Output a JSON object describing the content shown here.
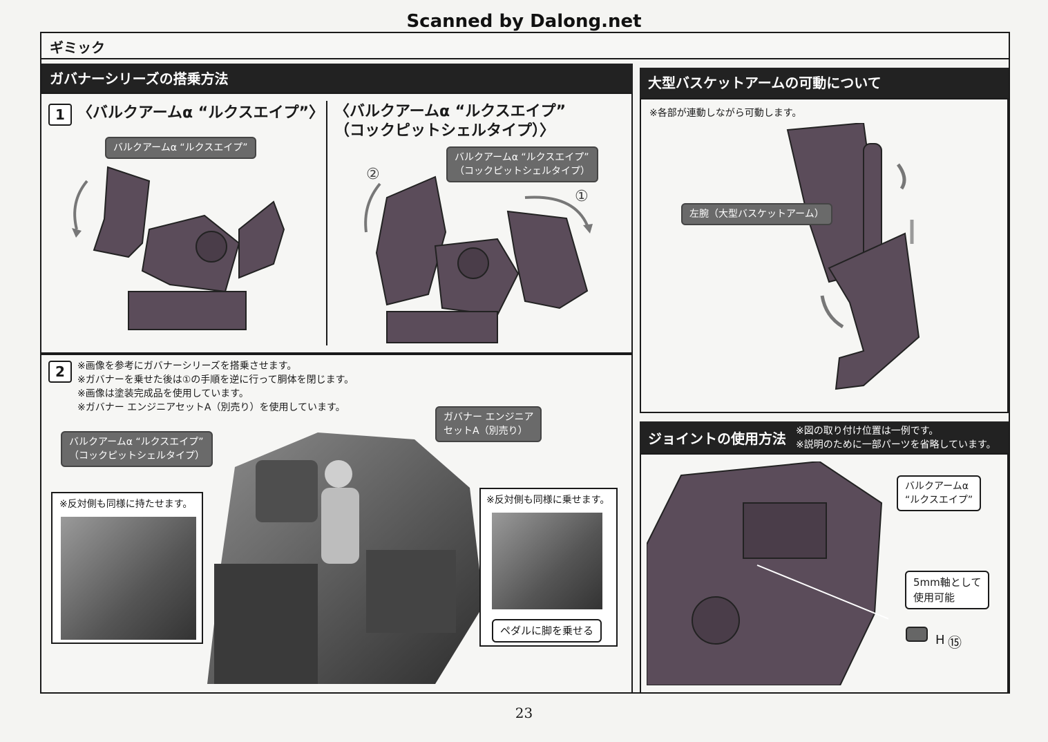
{
  "header": {
    "scan_credit": "Scanned by Dalong.net",
    "title": "ギミック"
  },
  "section_left": {
    "title": "ガバナーシリーズの搭乗方法",
    "step1": {
      "number": "1",
      "heading_a": "〈バルクアームα “ルクスエイプ”〉",
      "heading_b": "〈バルクアームα “ルクスエイプ”\n（コックピットシェルタイプ）〉",
      "callout_a": "バルクアームα “ルクスエイプ”",
      "callout_b": "バルクアームα “ルクスエイプ”\n（コックピットシェルタイプ）",
      "marker_1": "①",
      "marker_2": "②"
    },
    "step2": {
      "number": "2",
      "notes": [
        "※画像を参考にガバナーシリーズを搭乗させます。",
        "※ガバナーを乗せた後は①の手順を逆に行って胴体を閉じます。",
        "※画像は塗装完成品を使用しています。",
        "※ガバナー エンジニアセットA（別売り）を使用しています。"
      ],
      "callout_engineer": "ガバナー エンジニア\nセットA（別売り）",
      "callout_cockpit": "バルクアームα “ルクスエイプ”\n（コックピットシェルタイプ）",
      "inset_left_note": "※反対側も同様に持たせます。",
      "inset_right_note": "※反対側も同様に乗せます。",
      "pedal_caption": "ペダルに脚を乗せる"
    }
  },
  "section_right_top": {
    "title": "大型バスケットアームの可動について",
    "note": "※各部が連動しながら可動します。",
    "callout": "左腕（大型バスケットアーム）"
  },
  "section_right_bottom": {
    "title": "ジョイントの使用方法",
    "note_1": "※図の取り付け位置は一例です。",
    "note_2": "※説明のために一部パーツを省略しています。",
    "callout": "バルクアームα\n“ルクスエイプ”",
    "label_5mm": "5mm軸として\n使用可能",
    "part_label": "H",
    "part_number": "⑮"
  },
  "page_number": "23"
}
